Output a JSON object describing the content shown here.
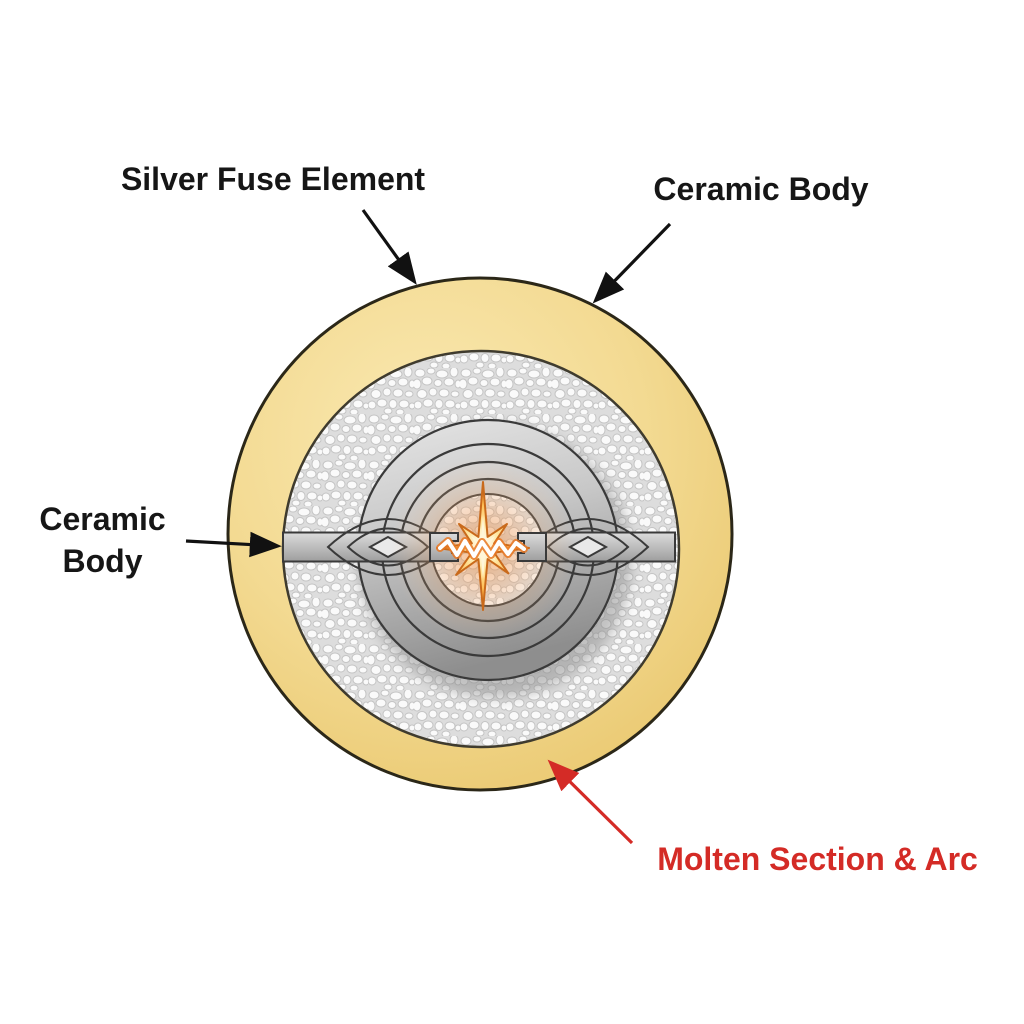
{
  "diagram": {
    "subject": "fuse-cross-section",
    "labels": {
      "silver_fuse_element": "Silver Fuse Element",
      "ceramic_body_top": "Ceramic Body",
      "ceramic_body_left": "Ceramic Body",
      "molten_section_arc": "Molten Section & Arc"
    },
    "colors": {
      "ceramic_front_gold": "#F4DD97",
      "ceramic_back_gold": "#EBC974",
      "outline": "#2B2718",
      "fuse_element_gray": "#C6C6C6",
      "sand_filler": "#EFEFEF",
      "arc_orange": "#F08A24",
      "label_black": "#161616",
      "label_red": "#D42B26"
    }
  }
}
